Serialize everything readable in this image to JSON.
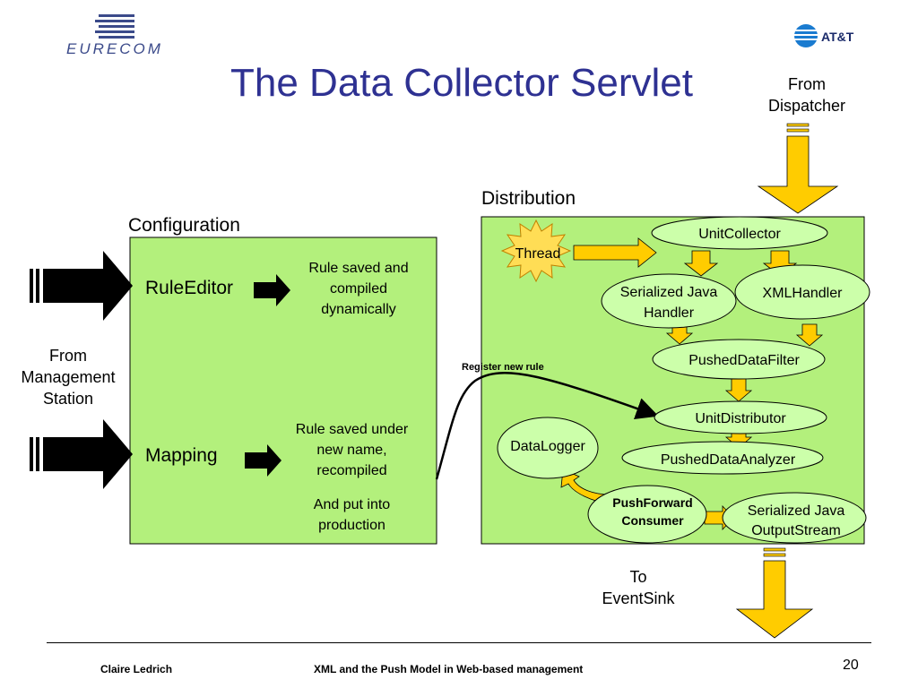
{
  "header": {
    "logo_left": "EURECOM",
    "logo_right": "AT&T",
    "title": "The Data Collector Servlet"
  },
  "labels": {
    "from_dispatcher": [
      "From",
      "Dispatcher"
    ],
    "distribution": "Distribution",
    "configuration": "Configuration",
    "from_management": [
      "From",
      "Management",
      "Station"
    ],
    "to_eventsink": [
      "To",
      "EventSink"
    ],
    "register_rule": "Register new rule"
  },
  "configuration": {
    "rule_editor": "RuleEditor",
    "rule_saved": [
      "Rule saved and",
      "compiled",
      "dynamically"
    ],
    "mapping": "Mapping",
    "rule_saved_new": [
      "Rule saved under",
      "new name,",
      "recompiled"
    ],
    "put_production": [
      "And put into",
      "production"
    ]
  },
  "distribution": {
    "thread": "Thread",
    "unit_collector": "UnitCollector",
    "serialized_handler": [
      "Serialized Java",
      "Handler"
    ],
    "xml_handler": "XMLHandler",
    "pushed_filter": "PushedDataFilter",
    "unit_distributor": "UnitDistributor",
    "data_logger": "DataLogger",
    "pushed_analyzer": "PushedDataAnalyzer",
    "pushforward_consumer": [
      "PushForward",
      "Consumer"
    ],
    "serialized_output": [
      "Serialized Java",
      "OutputStream"
    ]
  },
  "footer": {
    "author": "Claire Ledrich",
    "talk_title": "XML and the Push Model in Web-based management",
    "page_number": "20"
  },
  "colors": {
    "title": "#2e3192",
    "panel_fill": "#b3f07c",
    "ellipse_fill": "#ccffaa",
    "arrow_fill": "#ffcc00",
    "thread_fill": "#ffdd55"
  }
}
